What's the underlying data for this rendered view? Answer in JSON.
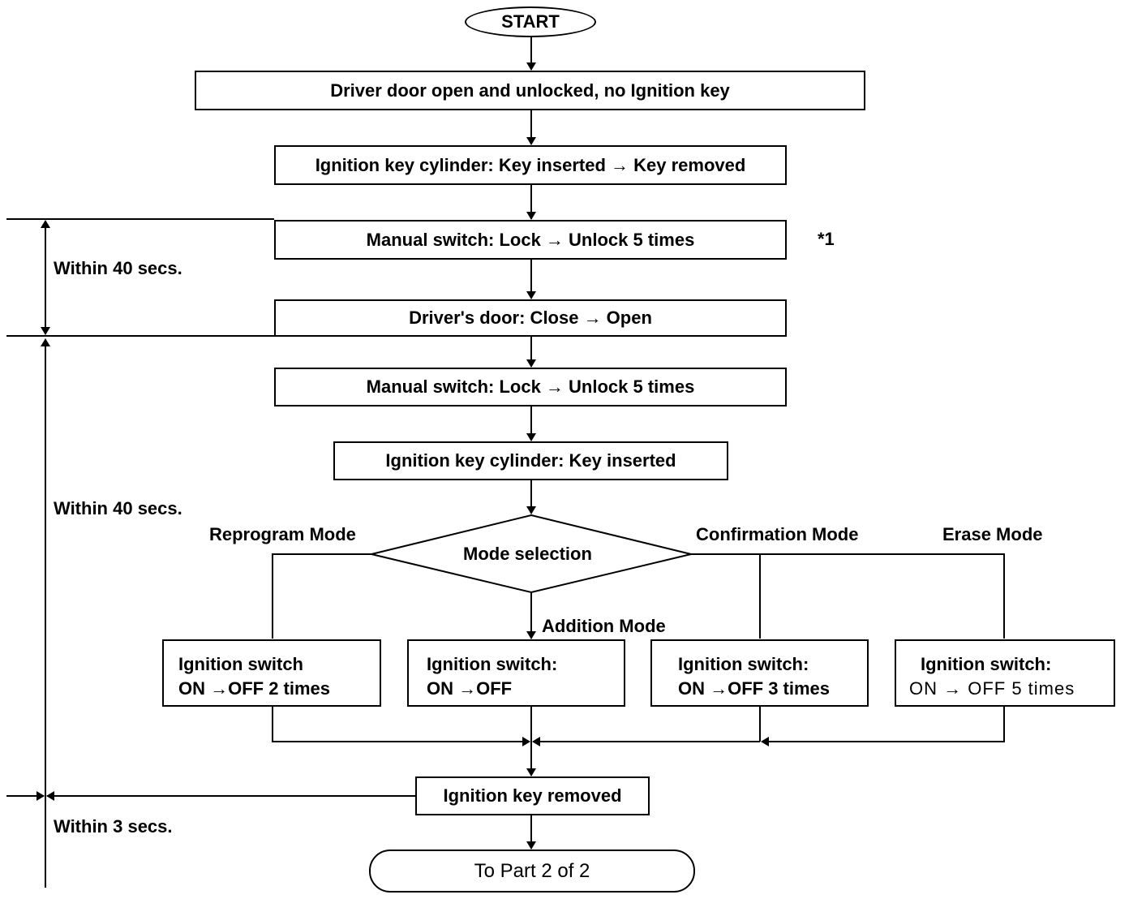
{
  "start": "START",
  "steps": {
    "s1": "Driver door open and unlocked, no Ignition key",
    "s2": "Ignition key cylinder: Key inserted → Key removed",
    "s3": "Manual switch: Lock → Unlock 5 times",
    "s4": "Driver's door: Close → Open",
    "s5": "Manual switch: Lock → Unlock 5 times",
    "s6": "Ignition key cylinder: Key inserted",
    "s7": "Ignition key removed"
  },
  "note_ref": "*1",
  "decision": "Mode selection",
  "modes": {
    "reprogram": "Reprogram Mode",
    "addition": "Addition Mode",
    "confirmation": "Confirmation Mode",
    "erase": "Erase Mode"
  },
  "mode_boxes": {
    "reprogram": {
      "line1": "Ignition switch",
      "line2": "ON →OFF 2 times"
    },
    "addition": {
      "line1": "Ignition switch:",
      "line2": "ON →OFF"
    },
    "confirmation": {
      "line1": "Ignition switch:",
      "line2": "ON →OFF 3 times"
    },
    "erase": {
      "line1": "Ignition switch:",
      "line2": "ON → OFF 5 times"
    }
  },
  "timing": {
    "t1": "Within 40 secs.",
    "t2": "Within 40 secs.",
    "t3": "Within 3 secs."
  },
  "end": "To Part 2 of 2"
}
